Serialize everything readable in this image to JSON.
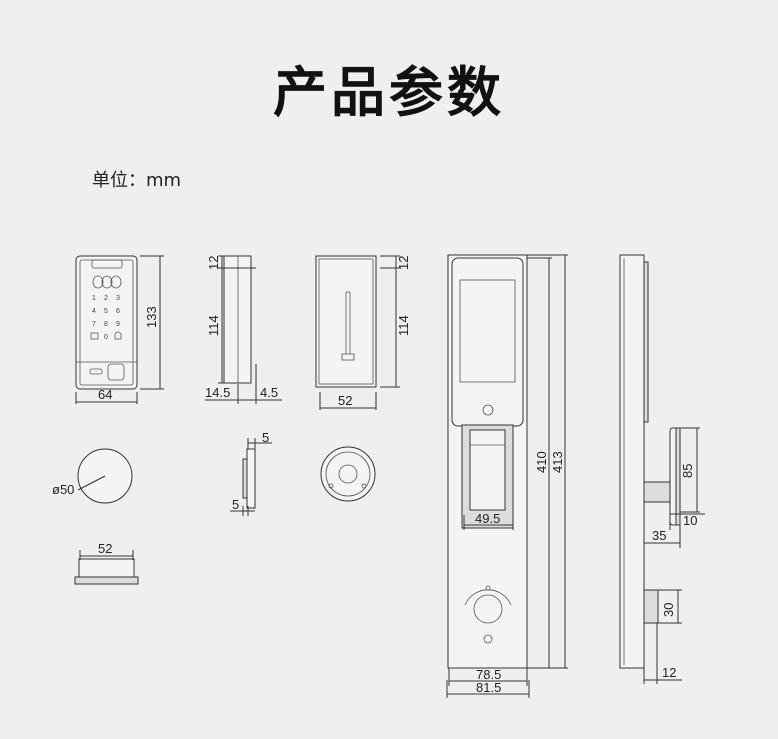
{
  "title": "产品参数",
  "unit_label": "单位：mm",
  "dimensions": {
    "keypad_height": "133",
    "keypad_width": "64",
    "side_top": "12",
    "side_height": "114",
    "side_depth": "14.5",
    "side_thin": "4.5",
    "back_top": "12",
    "back_height": "114",
    "back_width": "52",
    "circle_diameter": "ø50",
    "cylinder_width": "52",
    "small_top": "5",
    "small_bottom": "5",
    "handle_inner_height": "410",
    "handle_outer_height": "413",
    "handle_lever_width": "49.5",
    "handle_inner_width": "78.5",
    "handle_outer_width": "81.5",
    "profile_lever_height": "85",
    "profile_lever_thick": "10",
    "profile_lever_depth": "35",
    "profile_knob": "30",
    "profile_depth": "12"
  },
  "keypad_keys": [
    "1",
    "2",
    "3",
    "4",
    "5",
    "6",
    "7",
    "8",
    "9",
    "0"
  ]
}
